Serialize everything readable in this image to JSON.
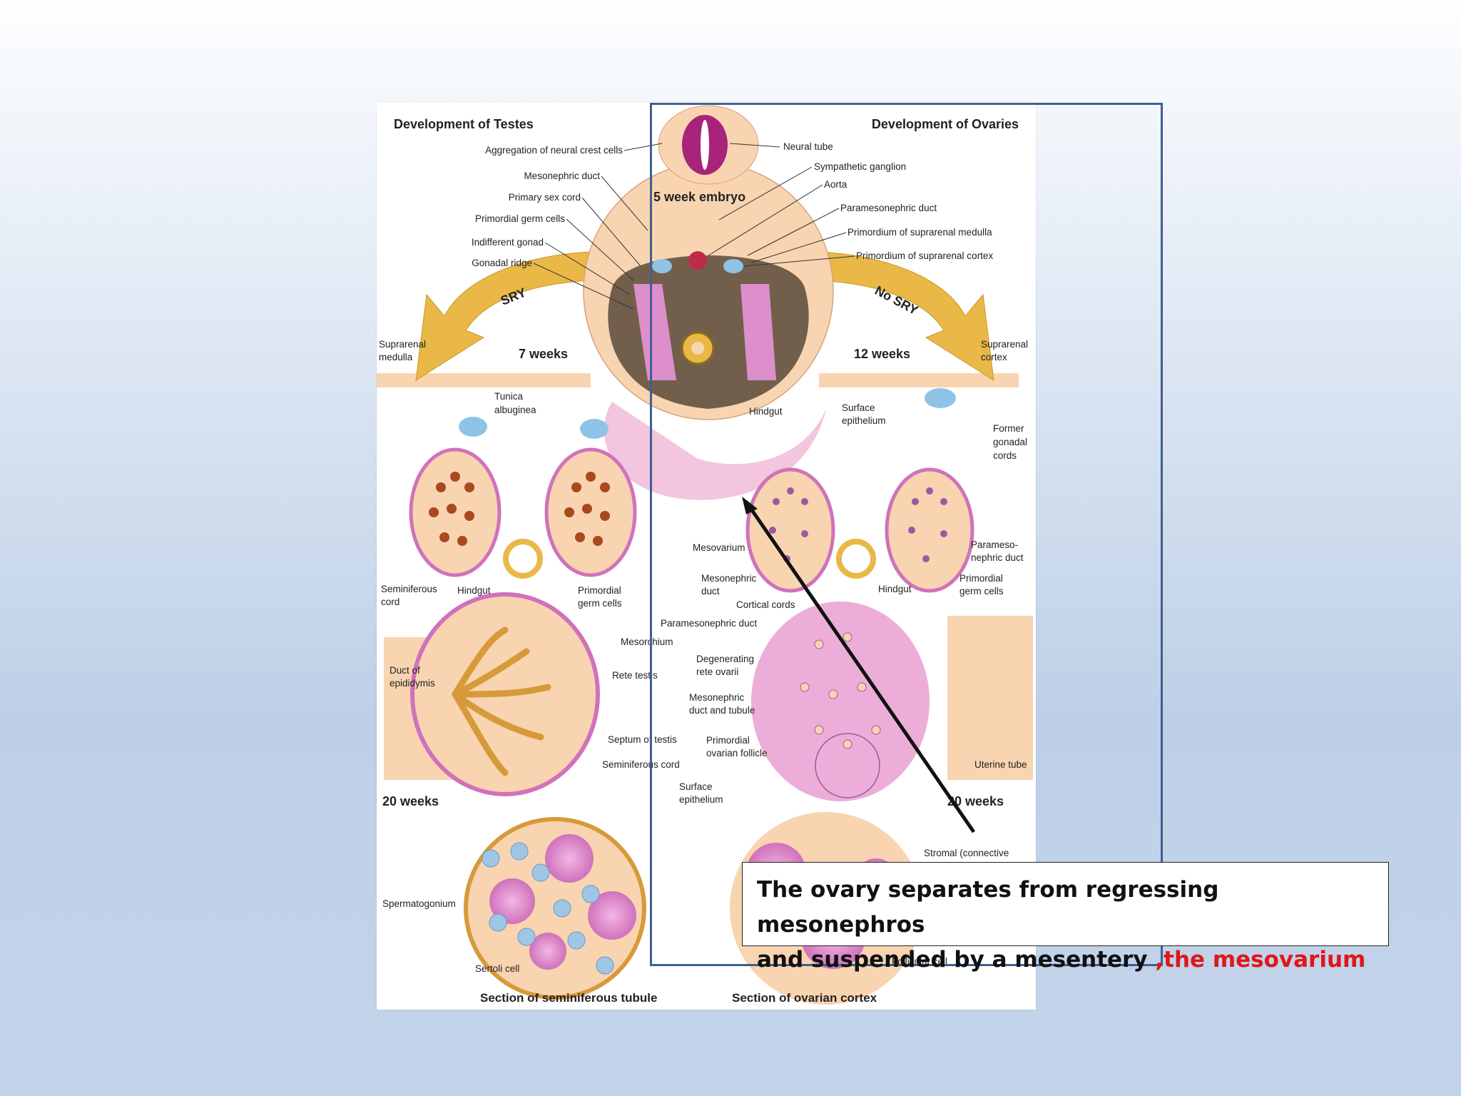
{
  "figure": {
    "title_testes": "Development of Testes",
    "title_ovaries": "Development of Ovaries",
    "embryo_label": "5 week embryo",
    "sry": "SRY",
    "no_sry": "No SRY",
    "weeks_7": "7 weeks",
    "weeks_12": "12 weeks",
    "weeks_20_left": "20 weeks",
    "weeks_20_right": "20 weeks",
    "embryo_labels_left": [
      "Aggregation of neural crest cells",
      "Mesonephric duct",
      "Primary sex cord",
      "Primordial germ cells",
      "Indifferent gonad",
      "Gonadal ridge"
    ],
    "embryo_labels_right": [
      "Neural tube",
      "Sympathetic ganglion",
      "Aorta",
      "Paramesonephric duct",
      "Primordium of suprarenal medulla",
      "Primordium of suprarenal cortex"
    ],
    "hindgut_center": "Hindgut",
    "suprarenal_medulla": [
      "Suprarenal",
      "medulla"
    ],
    "suprarenal_cortex": [
      "Suprarenal",
      "cortex"
    ],
    "tunica_albuginea": [
      "Tunica",
      "albuginea"
    ],
    "surface_epithelium_top": [
      "Surface",
      "epithelium"
    ],
    "former_gonadal_cords": [
      "Former",
      "gonadal",
      "cords"
    ],
    "seminiferous_cord_left": [
      "Seminiferous",
      "cord"
    ],
    "hindgut_left": "Hindgut",
    "primordial_germ_cells_left": [
      "Primordial",
      "germ cells"
    ],
    "mesovarium": "Mesovarium",
    "mesonephric_duct_mid": [
      "Mesonephric",
      "duct"
    ],
    "cortical_cords": "Cortical cords",
    "paramesonephric_duct_mid": "Paramesonephric duct",
    "hindgut_right": "Hindgut",
    "paramesonephric_duct_right": [
      "Parameso-",
      "nephric duct"
    ],
    "primordial_germ_cells_right": [
      "Primordial",
      "germ cells"
    ],
    "mesorchium": "Mesorchium",
    "duct_of_epididymis": [
      "Duct of",
      "epididymis"
    ],
    "rete_testis": "Rete testis",
    "degenerating_rete_ovarii": [
      "Degenerating",
      "rete ovarii"
    ],
    "mesonephric_duct_tubule": [
      "Mesonephric",
      "duct and tubule"
    ],
    "septum_of_testis": "Septum of testis",
    "seminiferous_cord_lower": "Seminiferous cord",
    "primordial_ovarian_follicle": [
      "Primordial",
      "ovarian follicle"
    ],
    "uterine_tube": "Uterine tube",
    "surface_epithelium_bottom": [
      "Surface",
      "epithelium"
    ],
    "stromal": "Stromal (connective",
    "spermatogonium": "Spermatogonium",
    "sertoli_cell": "Sertoli cell",
    "follicular_cell": "Follicular cell",
    "section_seminiferous": "Section of seminiferous tubule",
    "section_ovarian": "Section of ovarian cortex"
  },
  "callout": {
    "line1": "The ovary separates from regressing mesonephros",
    "line2_black": "and suspended by a mesentery ",
    "line2_red": ",the mesovarium"
  },
  "colors": {
    "frame": "#3f5f8f",
    "highlight_text": "#e0161b",
    "tissue": "#f9d4b0",
    "pink": "#dc8fcb",
    "gold": "#e9b847"
  }
}
